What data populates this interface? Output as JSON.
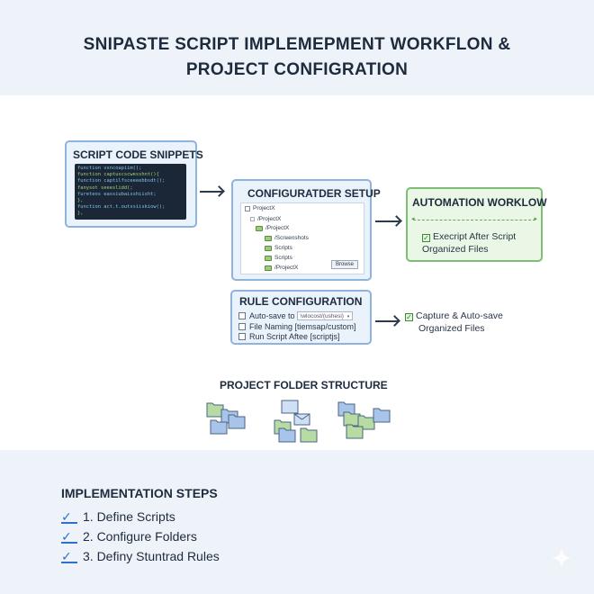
{
  "title": {
    "line1": "SNIPASTE SCRIPT IMPLEMEPMENT WORKFLON &",
    "line2": "PROJECT CONFIGRATION"
  },
  "snippets": {
    "title": "SCRIPT CODE SNIPPETS",
    "code_lines": [
      "function vsncoapiim();",
      "  function captuscscwesshnt(){",
      "  function captilfsceeeebbsdt();",
      "  fanysot seeeslidd(;",
      "    fureteos eassiubaisshiisht;",
      "  },",
      "  function act.t.outssiiskiow();",
      "},"
    ]
  },
  "config_setup": {
    "title": "CONFIGURATDER SETUP",
    "tree": [
      "ProjectX",
      "/ProjectX",
      "/ProjectX",
      "/Screenshots",
      "Scripts",
      "Scripts",
      "/ProjectX"
    ],
    "browse_label": "Browse"
  },
  "automation": {
    "title": "AUTOMATION WORKLOW",
    "line1": "Execript After Script",
    "line2": "Organized Files"
  },
  "rule_config": {
    "title": "RULE CONFIGURATION",
    "auto_save_label": "Auto-save to",
    "auto_save_value": "\\wlocost/(ushesi)",
    "file_naming": "File Naming [tiemsap/custom]",
    "run_script": "Run Script Aftee [scriptjs]"
  },
  "capture": {
    "line1": "Capture & Auto-save",
    "line2": "Organized Files"
  },
  "folder_structure": {
    "title": "PROJECT FOLDER STRUCTURE"
  },
  "steps": {
    "title": "IMPLEMENTATION STEPS",
    "items": [
      "1. Define Scripts",
      "2. Configure Folders",
      "3. Definy Stuntrad Rules"
    ]
  },
  "colors": {
    "blue_box_border": "#8fb3df",
    "green_box_border": "#7cbf72",
    "check_blue": "#2f6fd0",
    "band": "#eef3fa"
  }
}
